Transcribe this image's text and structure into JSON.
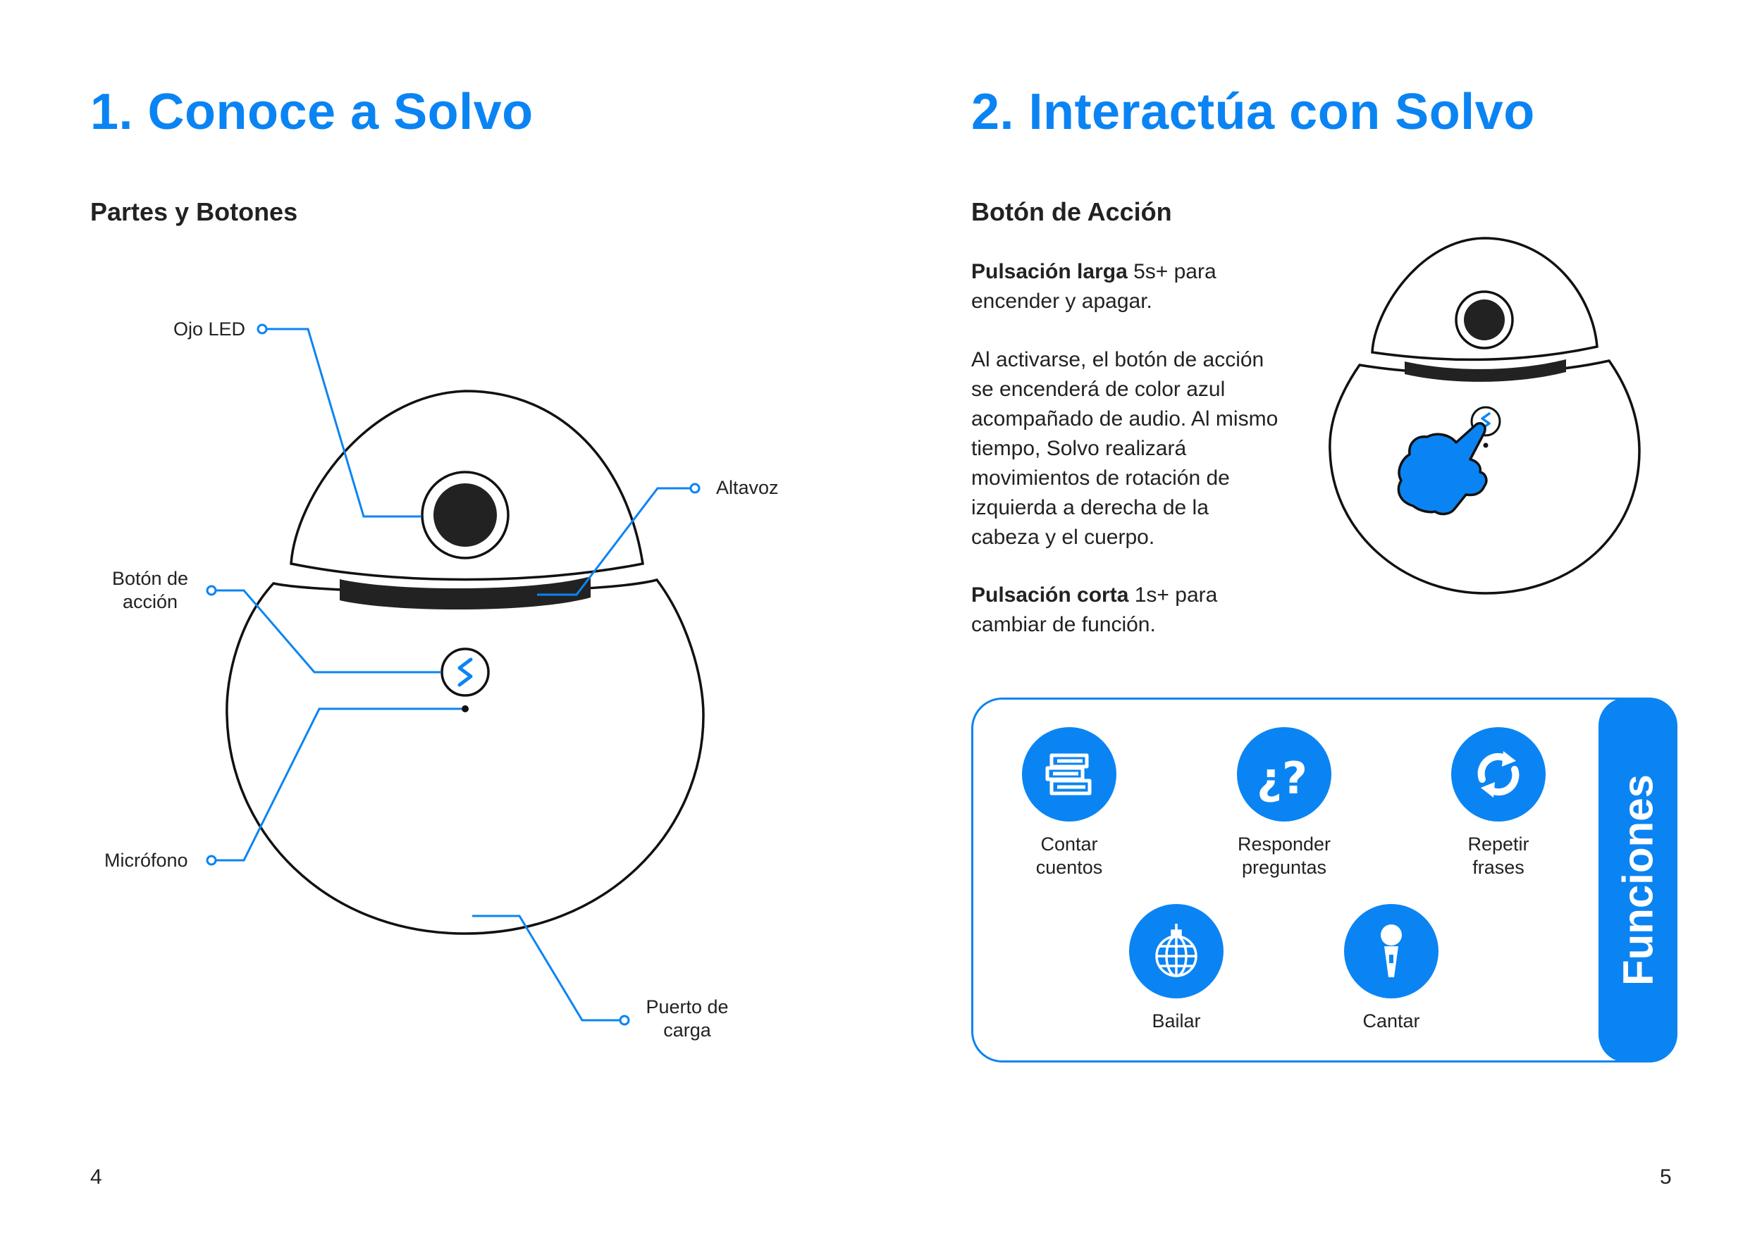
{
  "colors": {
    "accent": "#0b84f3",
    "text": "#222222",
    "outline": "#111111"
  },
  "left_page": {
    "title": "1.  Conoce a Solvo",
    "subtitle": "Partes y Botones",
    "labels": {
      "ojo_led": "Ojo LED",
      "altavoz": "Altavoz",
      "boton_accion_1": "Botón de",
      "boton_accion_2": "acción",
      "microfono": "Micrófono",
      "puerto_1": "Puerto de",
      "puerto_2": "carga"
    },
    "page_number": "4"
  },
  "right_page": {
    "title": "2.  Interactúa con Solvo",
    "subtitle": "Botón de Acción",
    "long_press": {
      "bold": "Pulsación larga",
      "text": " 5s+ para encender y apagar."
    },
    "description": "Al activarse, el botón de acción se encenderá de color azul acompañado de audio. Al mismo tiempo, Solvo realizará movimientos de rotación de izquierda a derecha de la cabeza y el cuerpo.",
    "short_press": {
      "bold": "Pulsación corta",
      "text": " 1s+ para cambiar de función."
    },
    "functions_title": "Funciones",
    "functions": [
      {
        "line1": "Contar",
        "line2": "cuentos",
        "icon": "books-icon"
      },
      {
        "line1": "Responder",
        "line2": "preguntas",
        "icon": "question-icon"
      },
      {
        "line1": "Repetir",
        "line2": "frases",
        "icon": "repeat-icon"
      },
      {
        "line1": "Bailar",
        "line2": "",
        "icon": "disco-ball-icon"
      },
      {
        "line1": "Cantar",
        "line2": "",
        "icon": "microphone-icon"
      }
    ],
    "page_number": "5"
  }
}
